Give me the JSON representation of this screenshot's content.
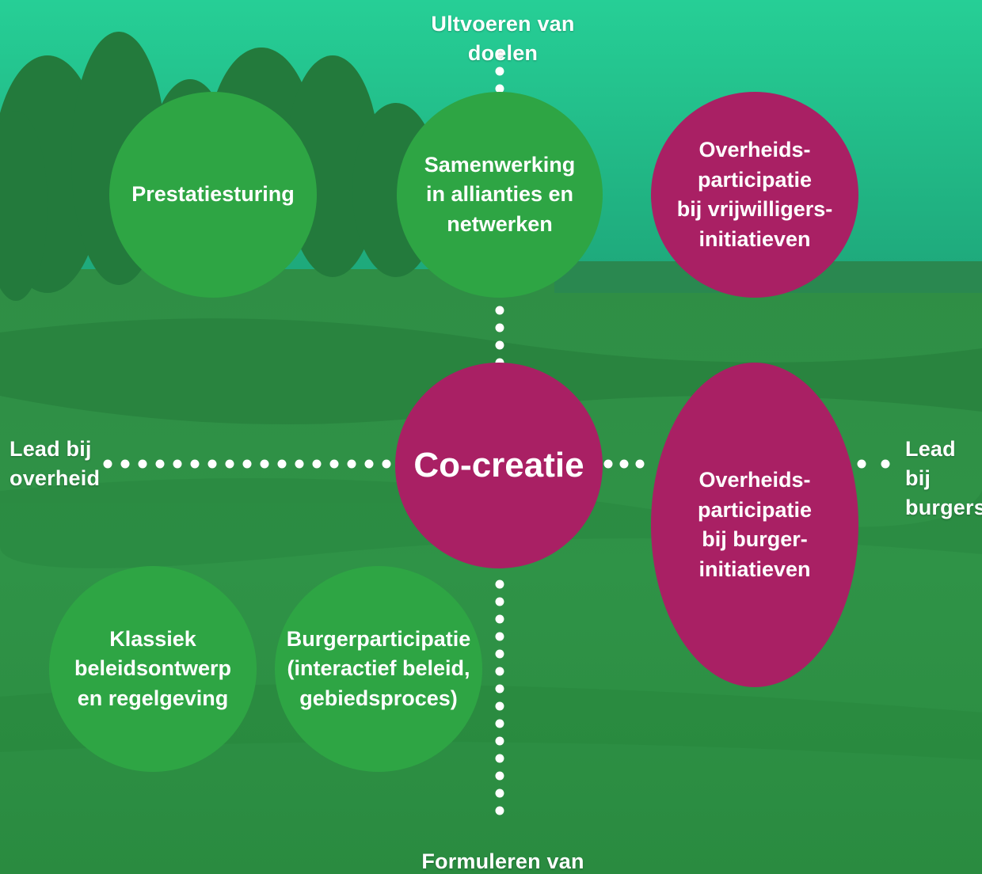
{
  "colors": {
    "green_bubble": "#2ea544",
    "magenta_bubble": "#a92064",
    "dots": "#ffffff"
  },
  "axes": {
    "top": "Ultvoeren van doelen",
    "bottom": "Formuleren van doelen",
    "left": "Lead bij\noverheid",
    "right": "Lead bij\nburgers"
  },
  "bubbles": {
    "prestatiesturing": {
      "text": "Prestatiesturing",
      "color": "green"
    },
    "samenwerking": {
      "text": "Samenwerking\nin allianties en\nnetwerken",
      "color": "green"
    },
    "vrijwilligers": {
      "text": "Overheids-\nparticipatie\nbij vrijwilligers-\ninitiatieven",
      "color": "magenta"
    },
    "cocreatie": {
      "text": "Co-creatie",
      "color": "magenta"
    },
    "burgerinitiatieven": {
      "text": "Overheids-\nparticipatie\nbij burger-\ninitiatieven",
      "color": "magenta"
    },
    "klassiek": {
      "text": "Klassiek\nbeleidsontwerp\nen regelgeving",
      "color": "green"
    },
    "burgerparticipatie": {
      "text": "Burgerparticipatie\n(interactief beleid,\ngebiedsproces)",
      "color": "green"
    }
  }
}
